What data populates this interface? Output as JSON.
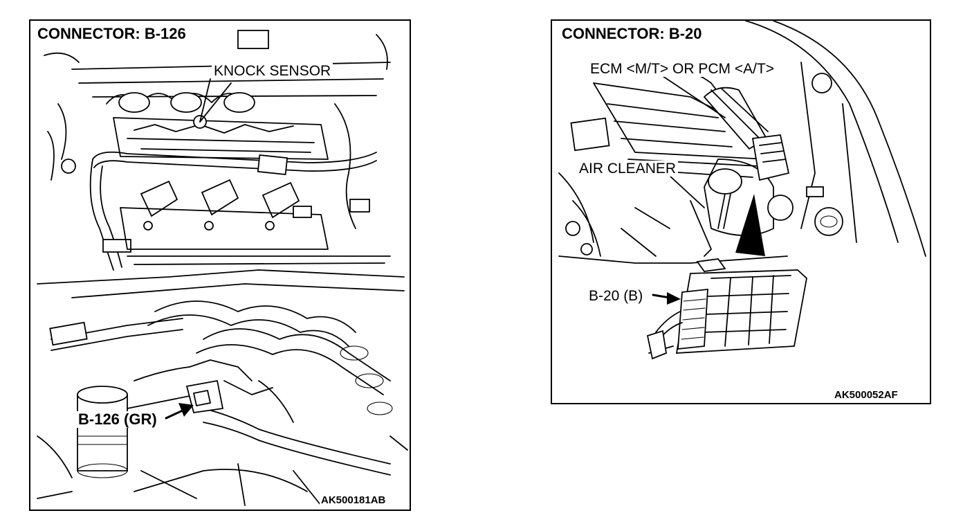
{
  "panels": [
    {
      "title": "CONNECTOR: B-126",
      "callouts": {
        "knock_sensor": "KNOCK SENSOR",
        "connector": "B-126 (GR)"
      },
      "code": "AK500181AB"
    },
    {
      "title": "CONNECTOR: B-20",
      "callouts": {
        "ecm": "ECM <M/T> OR PCM <A/T>",
        "air_cleaner": "AIR CLEANER",
        "connector": "B-20 (B)"
      },
      "code": "AK500052AF"
    }
  ]
}
